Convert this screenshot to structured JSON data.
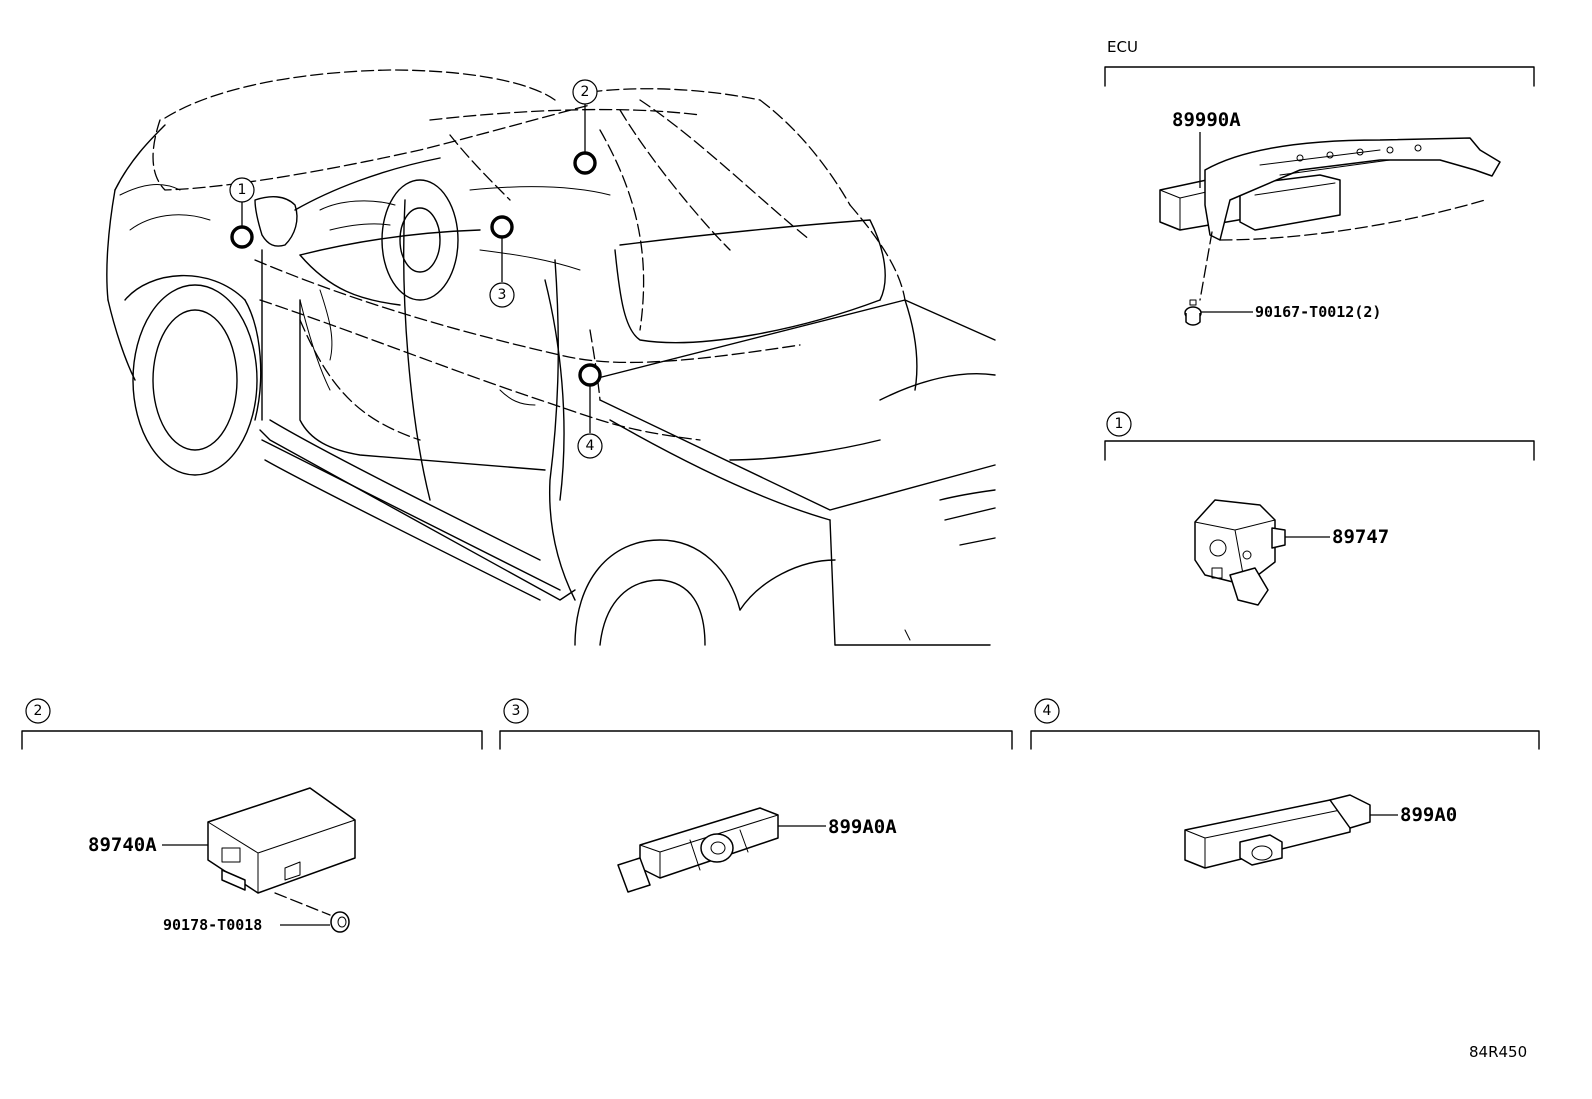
{
  "callouts": [
    "1",
    "2",
    "3",
    "4"
  ],
  "sections": {
    "ecu": {
      "label": "ECU",
      "parts": [
        "89990A",
        "90167-T0012(2)"
      ]
    },
    "s1": {
      "num": "1",
      "parts": [
        "89747"
      ]
    },
    "s2": {
      "num": "2",
      "parts": [
        "89740A",
        "90178-T0018"
      ]
    },
    "s3": {
      "num": "3",
      "parts": [
        "899A0A"
      ]
    },
    "s4": {
      "num": "4",
      "parts": [
        "899A0"
      ]
    }
  },
  "diagram_code": "84R450"
}
